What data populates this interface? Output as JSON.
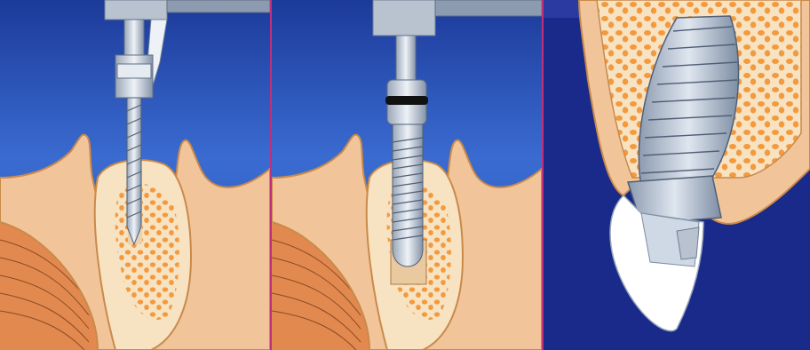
{
  "illustration": {
    "panels": [
      {
        "id": "panel-drilling",
        "label": ""
      },
      {
        "id": "panel-implant-insertion",
        "label": ""
      },
      {
        "id": "panel-implant-with-crown",
        "label": ""
      }
    ],
    "colors": {
      "background_top": "#2a5bc0",
      "background_bottom": "#1a2f8c",
      "gum": "#f2c49a",
      "gum_outline": "#c98a4a",
      "bone_inner": "#f7e2c2",
      "bone_dots": "#f39a3e",
      "muscle": "#e2894f",
      "metal_light": "#cfd9e6",
      "metal_dark": "#7d8da4",
      "divider": "#c0307a",
      "crown": "#ffffff"
    }
  }
}
